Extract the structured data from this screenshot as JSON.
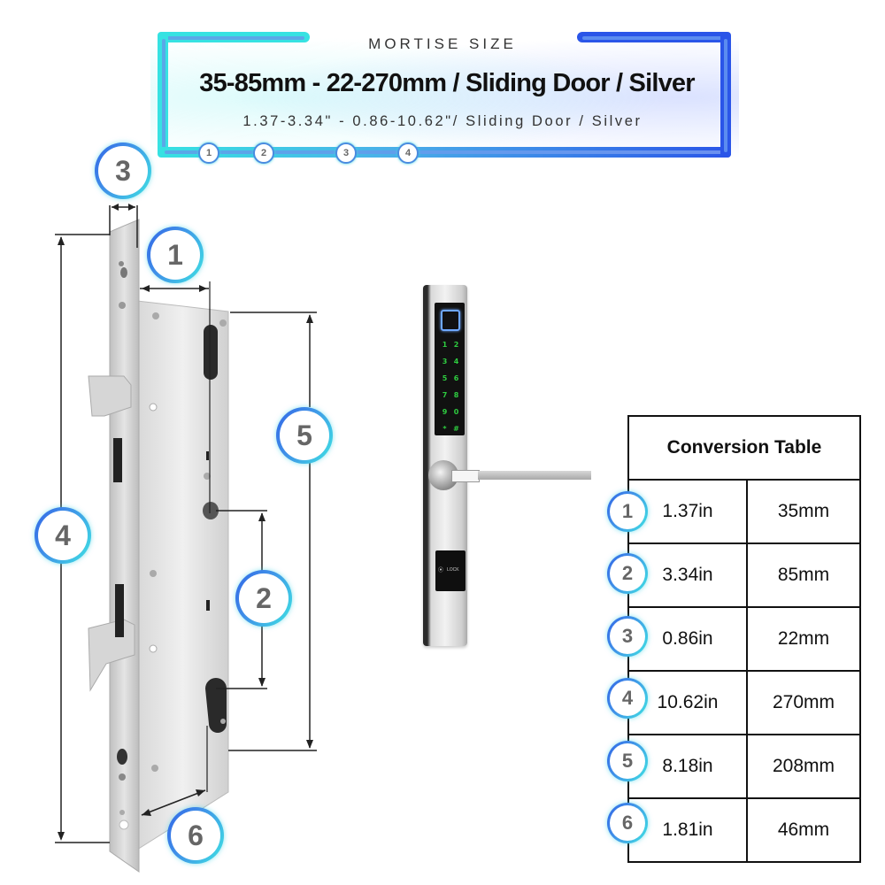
{
  "header": {
    "kicker": "MORTISE SIZE",
    "title": "35-85mm - 22-270mm / Sliding Door / Silver",
    "subtitle": "1.37-3.34\" - 0.86-10.62\"/ Sliding Door / Silver",
    "mini_badges": [
      "1",
      "2",
      "3",
      "4"
    ],
    "frame_colors": {
      "left": "#2fe0e0",
      "left_inner": "#5aa8e8",
      "right": "#2a55e8",
      "right_inner": "#5b8cf0"
    }
  },
  "diagram": {
    "labels": [
      "1",
      "2",
      "3",
      "4",
      "5",
      "6"
    ],
    "badge_ring_colors": [
      "#3366e6",
      "#3fe3e3"
    ],
    "badge_digit_color": "#666666",
    "keypad": {
      "keys": [
        "1",
        "2",
        "3",
        "4",
        "5",
        "6",
        "7",
        "8",
        "9",
        "0",
        "*",
        "#"
      ],
      "key_color": "#2ecc40",
      "fingerprint_color": "#6fa8ff",
      "card_label": "LOCK"
    }
  },
  "conversion_table": {
    "title": "Conversion Table",
    "rows": [
      {
        "badge": "1",
        "inches": "1.37in",
        "mm": "35mm"
      },
      {
        "badge": "2",
        "inches": "3.34in",
        "mm": "85mm"
      },
      {
        "badge": "3",
        "inches": "0.86in",
        "mm": "22mm"
      },
      {
        "badge": "4",
        "inches": "10.62in",
        "mm": "270mm"
      },
      {
        "badge": "5",
        "inches": "8.18in",
        "mm": "208mm"
      },
      {
        "badge": "6",
        "inches": "1.81in",
        "mm": "46mm"
      }
    ]
  }
}
